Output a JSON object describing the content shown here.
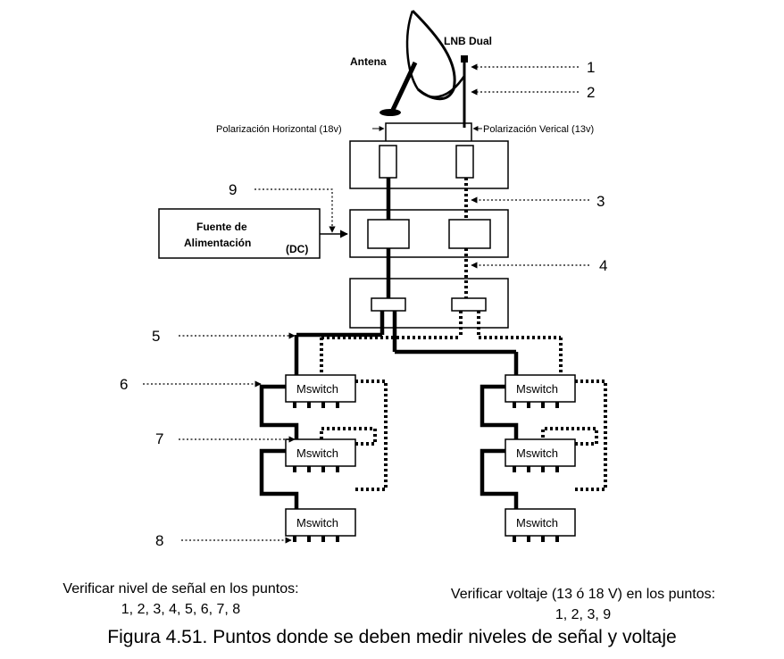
{
  "labels": {
    "antenna": "Antena",
    "lnb": "LNB Dual",
    "pol_h": "Polarización Horizontal (18v)",
    "pol_v": "Polarización Verical (13v)",
    "power_line1": "Fuente de",
    "power_line2": "Alimentación",
    "power_dc": "(DC)",
    "multiswitch": "Mswitch"
  },
  "points": [
    "1",
    "2",
    "3",
    "4",
    "5",
    "6",
    "7",
    "8",
    "9"
  ],
  "notes": {
    "signal_title": "Verificar nivel de señal en los puntos:",
    "signal_points": "1, 2, 3, 4, 5, 6, 7, 8",
    "voltage_title": "Verificar voltaje (13 ó 18 V) en los puntos:",
    "voltage_points": "1, 2, 3, 9"
  },
  "caption": "Figura 4.51. Puntos donde se deben medir niveles de señal y voltaje"
}
